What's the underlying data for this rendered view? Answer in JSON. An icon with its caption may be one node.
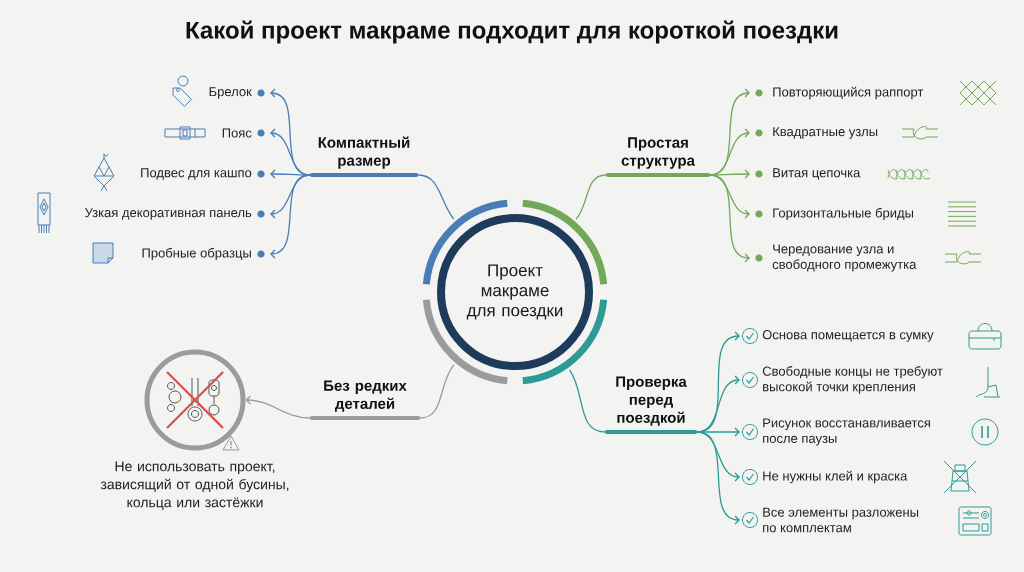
{
  "diagram": {
    "title": "Какой проект макраме подходит для короткой поездки",
    "nodes": [
      {
        "text": [
          "Проект макраме для поездки"
        ]
      },
      {
        "text": [
          "Компактный размер"
        ]
      },
      {
        "text": [
          "Брелок"
        ]
      },
      {
        "text": [
          "Пояс"
        ]
      },
      {
        "text": [
          "Подвес для кашпо"
        ]
      },
      {
        "text": [
          "Узкая декоративная панель"
        ]
      },
      {
        "text": [
          "Пробные образцы"
        ]
      },
      {
        "text": [
          "Простая структура"
        ]
      },
      {
        "text": [
          "Повторяющийся раппорт"
        ]
      },
      {
        "text": [
          "Квадратные узлы"
        ]
      },
      {
        "text": [
          "Витая цепочка"
        ]
      },
      {
        "text": [
          "Горизонтальные бриды"
        ]
      },
      {
        "text": [
          "Чередование узла и свободного промежутка"
        ]
      },
      {
        "text": [
          "Без редких деталей"
        ]
      },
      {
        "text": [],
        "shape": "circle",
        "beside": [
          "Не использовать проект, зависящий от одной бусины, кольца или застёжки"
        ]
      },
      {
        "text": [
          "Проверка перед поездкой"
        ]
      },
      {
        "text": [
          "Основа помещается в сумку"
        ]
      },
      {
        "text": [
          "Свободные концы не требуют высокой точки крепления"
        ]
      },
      {
        "text": [
          "Рисунок восстанавливается после паузы"
        ]
      },
      {
        "text": [
          "Не нужны клей и краска"
        ]
      },
      {
        "text": [
          "Все элементы разложены по комплектам"
        ]
      }
    ],
    "edges": [
      {
        "from": 0,
        "to": 1,
        "arrow": "none",
        "color": "#4a7db5"
      },
      {
        "from": 1,
        "to": 2,
        "arrow": "to",
        "color": "#4a7db5"
      },
      {
        "from": 1,
        "to": 3,
        "arrow": "to",
        "color": "#4a7db5"
      },
      {
        "from": 1,
        "to": 4,
        "arrow": "to",
        "color": "#4a7db5"
      },
      {
        "from": 1,
        "to": 5,
        "arrow": "to",
        "color": "#4a7db5"
      },
      {
        "from": 1,
        "to": 6,
        "arrow": "to",
        "color": "#4a7db5"
      },
      {
        "from": 0,
        "to": 7,
        "arrow": "none",
        "color": "#72a857"
      },
      {
        "from": 7,
        "to": 8,
        "arrow": "to",
        "color": "#72a857"
      },
      {
        "from": 7,
        "to": 9,
        "arrow": "to",
        "color": "#72a857"
      },
      {
        "from": 7,
        "to": 10,
        "arrow": "to",
        "color": "#72a857"
      },
      {
        "from": 7,
        "to": 11,
        "arrow": "to",
        "color": "#72a857"
      },
      {
        "from": 7,
        "to": 12,
        "arrow": "to",
        "color": "#72a857"
      },
      {
        "from": 0,
        "to": 13,
        "arrow": "none",
        "color": "#9b9b9b"
      },
      {
        "from": 13,
        "to": 14,
        "arrow": "to",
        "color": "#9b9b9b"
      },
      {
        "from": 0,
        "to": 15,
        "arrow": "none",
        "color": "#2e9a96"
      },
      {
        "from": 15,
        "to": 16,
        "arrow": "to",
        "color": "#2e9a96"
      },
      {
        "from": 15,
        "to": 17,
        "arrow": "to",
        "color": "#2e9a96"
      },
      {
        "from": 15,
        "to": 18,
        "arrow": "to",
        "color": "#2e9a96"
      },
      {
        "from": 15,
        "to": 19,
        "arrow": "to",
        "color": "#2e9a96"
      },
      {
        "from": 15,
        "to": 20,
        "arrow": "to",
        "color": "#2e9a96"
      }
    ]
  }
}
